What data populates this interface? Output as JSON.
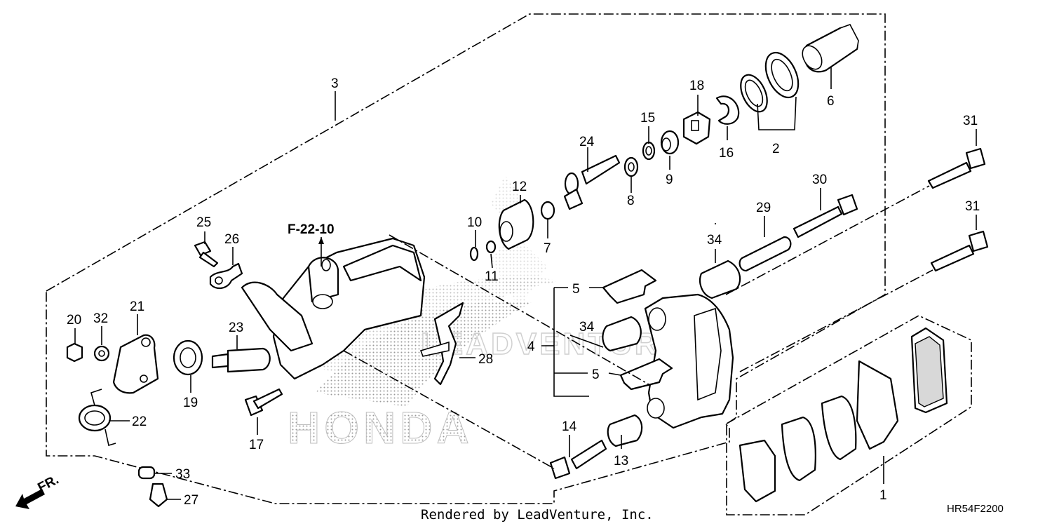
{
  "diagram": {
    "reference": "F-22-10",
    "direction_label": "FR.",
    "footer_text": "Rendered by LeadVenture, Inc.",
    "diagram_code": "HR54F2200",
    "watermark": {
      "brand": "HONDA",
      "dealer": "LEADVENTURE"
    },
    "callouts": {
      "c1": "1",
      "c2": "2",
      "c3": "3",
      "c4": "4",
      "c5a": "5",
      "c5b": "5",
      "c6": "6",
      "c7": "7",
      "c8": "8",
      "c9": "9",
      "c10": "10",
      "c11": "11",
      "c12": "12",
      "c13": "13",
      "c14": "14",
      "c15": "15",
      "c16": "16",
      "c17": "17",
      "c18": "18",
      "c19": "19",
      "c20": "20",
      "c21": "21",
      "c22": "22",
      "c23": "23",
      "c24": "24",
      "c25": "25",
      "c26": "26",
      "c27": "27",
      "c28": "28",
      "c29": "29",
      "c30": "30",
      "c31a": "31",
      "c31b": "31",
      "c32": "32",
      "c33": "33",
      "c34a": "34",
      "c34b": "34"
    }
  }
}
